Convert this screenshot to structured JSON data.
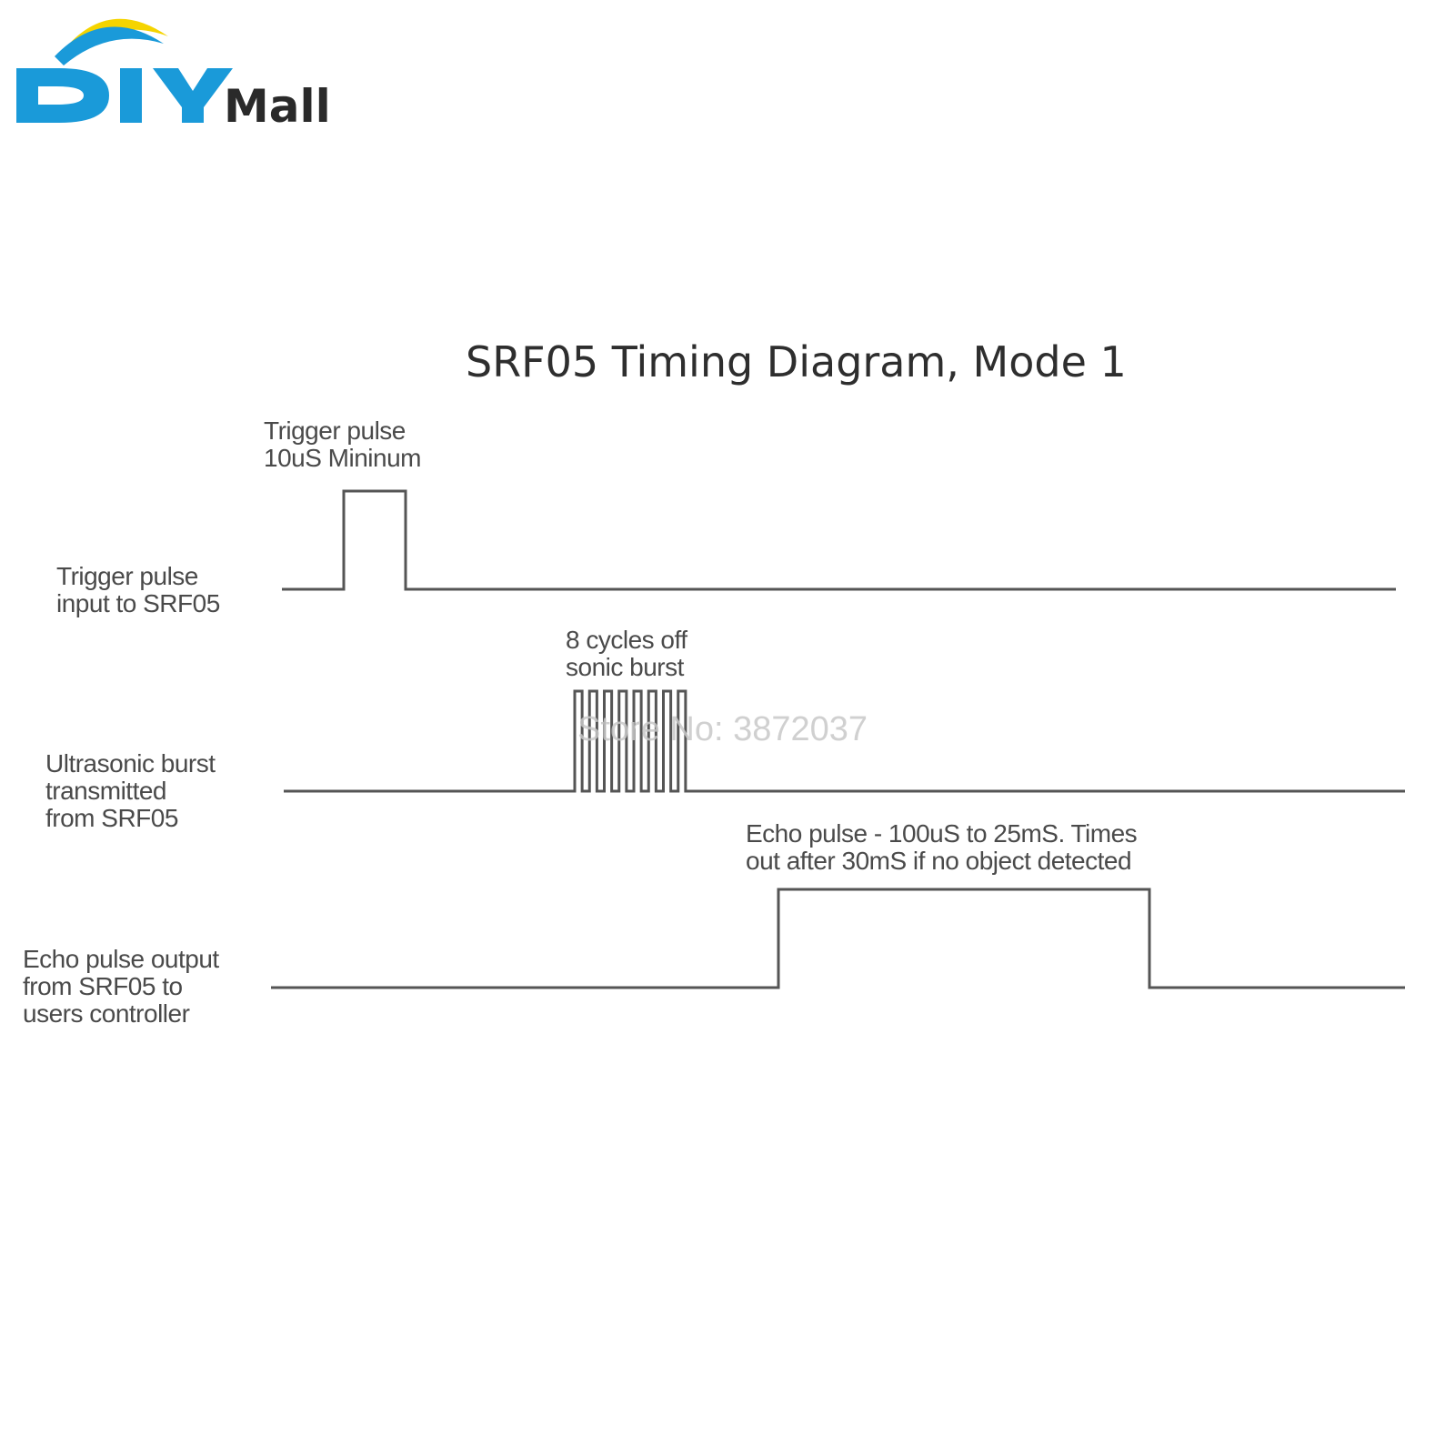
{
  "logo": {
    "brand_text": "DIYMall",
    "mall_text": "Mall",
    "colors": {
      "blue": "#1a9ad9",
      "yellow": "#f5d400",
      "dark": "#2a2a2a"
    }
  },
  "diagram": {
    "title": "SRF05 Timing Diagram, Mode 1",
    "signals": [
      {
        "label_lines": [
          "Trigger pulse",
          "input to SRF05"
        ],
        "annotation_lines": [
          "Trigger pulse",
          "10uS Mininum"
        ]
      },
      {
        "label_lines": [
          "Ultrasonic burst",
          "transmitted",
          "from SRF05"
        ],
        "annotation_lines": [
          "8 cycles off",
          "sonic burst"
        ],
        "cycles": 8
      },
      {
        "label_lines": [
          "Echo pulse output",
          "from SRF05 to",
          "users controller"
        ],
        "annotation_lines": [
          "Echo pulse - 100uS to 25mS. Times",
          "out after 30mS if no object detected"
        ]
      }
    ],
    "line_color": "#555555"
  },
  "watermark": "Store No: 3872037"
}
